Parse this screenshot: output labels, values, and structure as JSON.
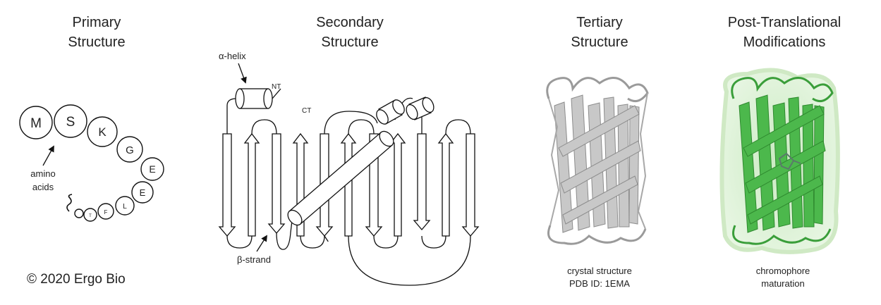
{
  "panels": [
    {
      "title_line1": "Primary",
      "title_line2": "Structure"
    },
    {
      "title_line1": "Secondary",
      "title_line2": "Structure"
    },
    {
      "title_line1": "Tertiary",
      "title_line2": "Structure",
      "caption_line1": "crystal structure",
      "caption_line2": "PDB ID: 1EMA"
    },
    {
      "title_line1": "Post-Translational",
      "title_line2": "Modifications",
      "caption_line1": "chromophore",
      "caption_line2": "maturation"
    }
  ],
  "primary": {
    "residues": [
      "M",
      "S",
      "K",
      "G",
      "E",
      "E",
      "L",
      "F",
      "T"
    ],
    "label_line1": "amino",
    "label_line2": "acids"
  },
  "secondary": {
    "helix_label": "α-helix",
    "strand_label": "β-strand",
    "nt_label": "NT",
    "ct_label": "CT"
  },
  "copyright": "© 2020 Ergo Bio",
  "colors": {
    "tertiary": "#b5b5b5",
    "ptm": "#3fa83f",
    "ptm_glow": "#bfe6b5"
  }
}
